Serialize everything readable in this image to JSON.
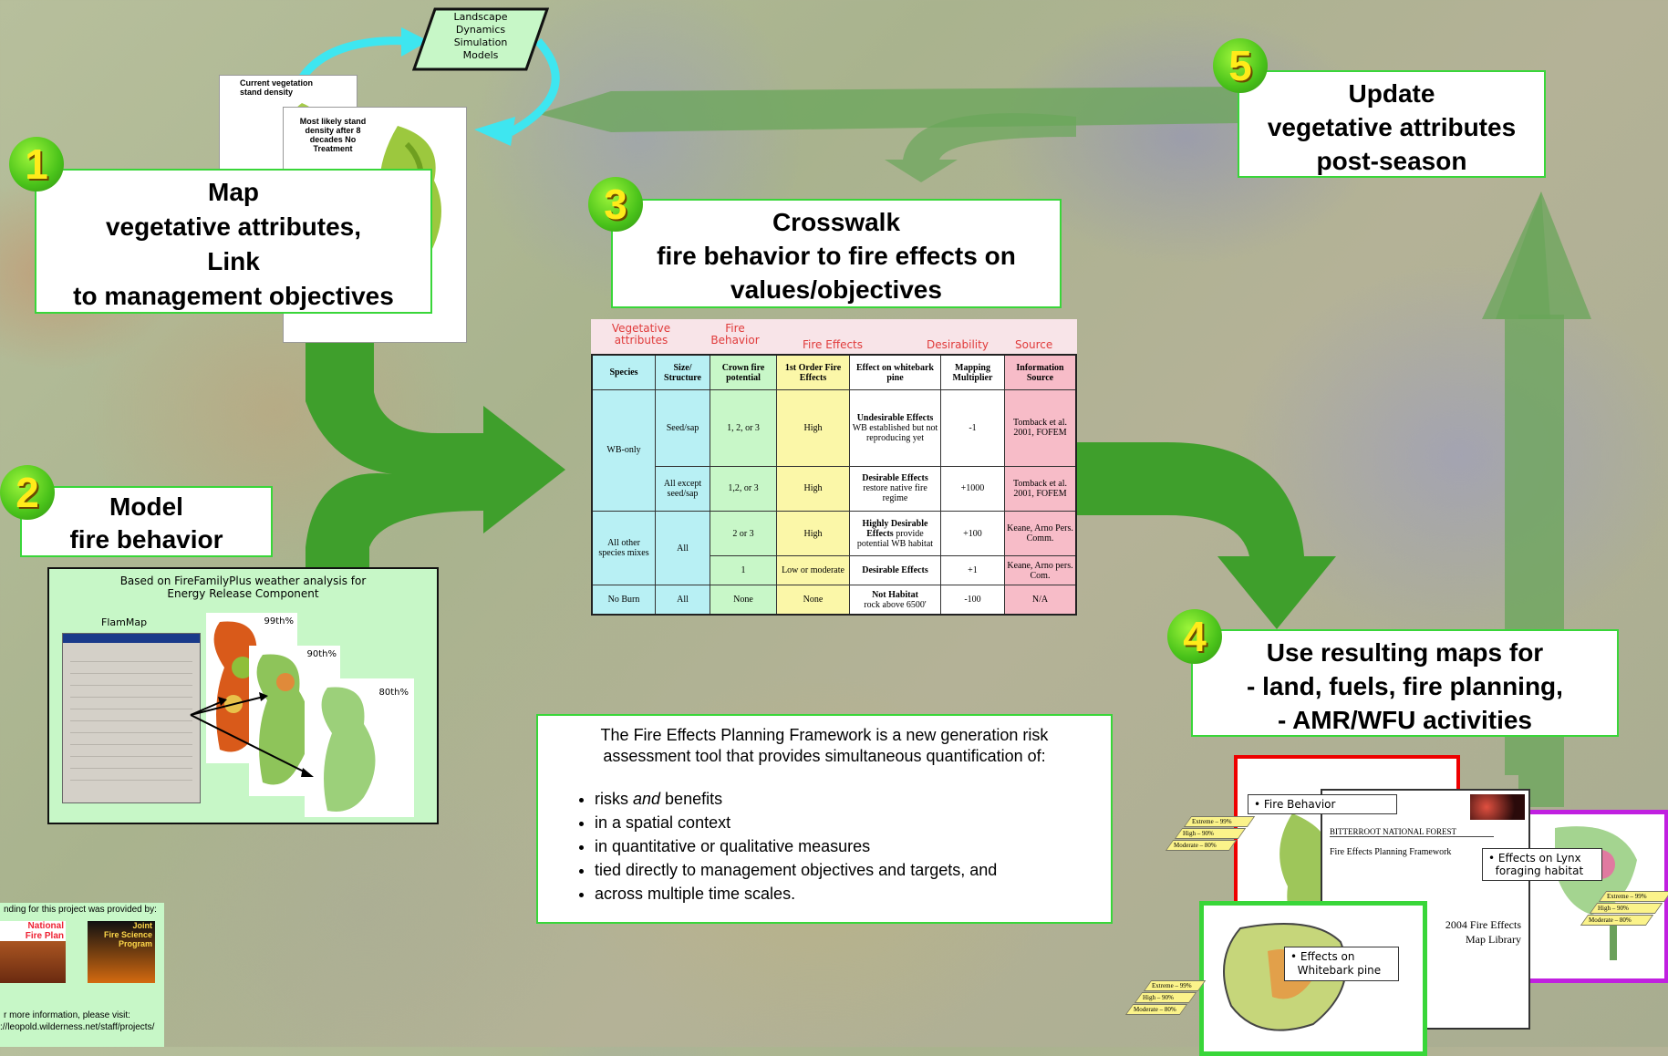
{
  "lds": {
    "line1": "Landscape",
    "line2": "Dynamics",
    "line3": "Simulation",
    "line4": "Models"
  },
  "stand": {
    "current": "Current vegetation stand density",
    "likely": "Most likely stand density after 8 decades No Treatment"
  },
  "step1": {
    "num": "1",
    "l1": "Map",
    "l2": "vegetative attributes,",
    "l3": "Link",
    "l4": "to management objectives"
  },
  "step2": {
    "num": "2",
    "l1": "Model",
    "l2": "fire behavior"
  },
  "step3": {
    "num": "3",
    "l1": "Crosswalk",
    "l2": "fire behavior to fire effects on",
    "l3": "values/objectives"
  },
  "step4": {
    "num": "4",
    "l1": "Use resulting maps for",
    "l2": "- land, fuels, fire planning,",
    "l3": "- AMR/WFU activities"
  },
  "step5": {
    "num": "5",
    "l1": "Update",
    "l2": "vegetative attributes",
    "l3": "post-season"
  },
  "model_panel": {
    "title1": "Based on FireFamilyPlus  weather analysis for",
    "title2": "Energy Release Component",
    "flammap": "FlamMap",
    "p99": "99th%",
    "p90": "90th%",
    "p80": "80th%"
  },
  "table_headers_top": {
    "veg": "Vegetative attributes",
    "fb": "Fire Behavior",
    "fe": "Fire Effects",
    "des": "Desirability",
    "src": "Source"
  },
  "table": {
    "cols": [
      "Species",
      "Size/ Structure",
      "Crown fire potential",
      "1st Order Fire Effects",
      "Effect on whitebark pine",
      "Mapping Multiplier",
      "Information Source"
    ],
    "r1": {
      "species": "WB-only",
      "size": "Seed/sap",
      "crown": "1, 2, or 3",
      "first": "High",
      "effect_b": "Undesirable Effects",
      "effect": "WB established but not reproducing yet",
      "mult": "-1",
      "src": "Tomback et al. 2001, FOFEM"
    },
    "r2": {
      "size": "All except seed/sap",
      "crown": "1,2, or 3",
      "first": "High",
      "effect_b": "Desirable Effects",
      "effect": "restore native fire regime",
      "mult": "+1000",
      "src": "Tomback et al. 2001, FOFEM"
    },
    "r3": {
      "species": "All other species mixes",
      "size": "All",
      "crown": "2 or 3",
      "first": "High",
      "effect_b": "Highly Desirable Effects",
      "effect": "provide potential WB habitat",
      "mult": "+100",
      "src": "Keane, Arno Pers. Comm."
    },
    "r4": {
      "crown": "1",
      "first": "Low or moderate",
      "effect_b": "Desirable Effects",
      "effect": "",
      "mult": "+1",
      "src": "Keane, Arno pers. Com."
    },
    "r5": {
      "species": "No Burn",
      "size": "All",
      "crown": "None",
      "first": "None",
      "effect_b": "Not Habitat",
      "effect": "rock above 6500'",
      "mult": "-100",
      "src": "N/A"
    }
  },
  "framework": {
    "intro": "The Fire Effects Planning Framework is a new generation risk assessment tool that provides simultaneous quantification of:",
    "b1_pre": "risks ",
    "b1_em": "and",
    "b1_post": " benefits",
    "b2": "in a spatial context",
    "b3": "in quantitative or qualitative measures",
    "b4": "tied directly to management objectives and targets, and",
    "b5": "across multiple time scales."
  },
  "funding": {
    "text": "nding for this project was provided by:",
    "nfp1": "National",
    "nfp2": "Fire Plan",
    "jfsp1": "Joint",
    "jfsp2": "Fire Science",
    "jfsp3": "Program",
    "more": "r more information, please visit:",
    "url": "://leopold.wilderness.net/staff/projects/"
  },
  "maplib": {
    "fire_behavior": "Fire Behavior",
    "forest": "BITTERROOT NATIONAL FOREST",
    "framework": "Fire Effects Planning Framework",
    "lib1": "2004 Fire Effects",
    "lib2": "Map Library",
    "lynx1": "Effects on Lynx",
    "lynx2": "foraging habitat",
    "wbp1": "Effects on",
    "wbp2": "Whitebark pine",
    "ext": "Extreme – 99%",
    "high": "High – 90%",
    "mod": "Moderate – 80%"
  },
  "colors": {
    "box_border": "#39d639",
    "arrow": "#3f9f2c",
    "badge": "#49c21a",
    "digit": "#ffeb1a"
  }
}
